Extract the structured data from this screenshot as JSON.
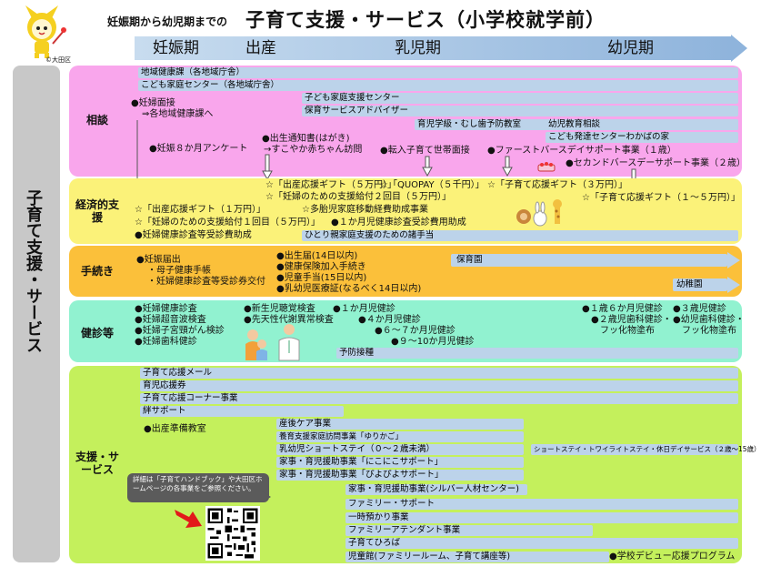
{
  "header": {
    "subtitle": "妊娠期から幼児期までの",
    "title": "子育て支援・サービス（小学校就学前）",
    "credit": "©大田区",
    "phases": [
      "妊娠期",
      "出産",
      "乳児期",
      "幼児期"
    ]
  },
  "side_title": "子育て支援・サービス",
  "sections": {
    "soudan": {
      "label": "相談",
      "bars": [
        "地域健康課（各地域庁舎）",
        "こども家庭センター（各地域庁舎）",
        "子ども家庭支援センター",
        "保育サービスアドバイザー",
        "育児学級・むし歯予防教室",
        "幼児教育相談",
        "こども発達センターわかばの家"
      ],
      "items": [
        "●妊婦面接",
        "⇒各地域健康課へ",
        "●妊娠８か月アンケート",
        "●出生通知書(はがき)",
        "→すこやか赤ちゃん訪問",
        "●転入子育て世帯面接",
        "●ファーストバースデイサポート事業（１歳）",
        "●セカンドバースデーサポート事業（２歳）"
      ]
    },
    "keizai": {
      "label": "経済的支援",
      "items": [
        "☆「出産応援ギフト（５万円）」",
        "☆「QUOPAY（５千円）」",
        "☆「子育て応援ギフト（３万円）」",
        "☆「妊婦のための支援給付２回目（５万円）」",
        "☆「子育て応援ギフト（１～５万円）」",
        "☆「出産応援ギフト（１万円）」",
        "☆多胎児家庭移動経費助成事業",
        "☆「妊婦のための支援給付１回目（５万円）」",
        "●１か月児健康診査受診費用助成",
        "●妊婦健康診査等受診費助成"
      ],
      "bars": [
        "ひとり親家庭支援のための諸手当"
      ]
    },
    "tetsuzuki": {
      "label": "手続き",
      "items": [
        "●妊娠届出",
        "・母子健康手帳",
        "・妊婦健康診査等受診券交付",
        "●出生届(14日以内)",
        "●健康保険加入手続き",
        "●児童手当(15日以内)",
        "●乳幼児医療証(なるべく14日以内)"
      ],
      "arrows": [
        "保育園",
        "幼稚園"
      ]
    },
    "kenshin": {
      "label": "健診等",
      "items": [
        "●妊婦健康診査",
        "●妊婦超音波検査",
        "●妊婦子宮頸がん検診",
        "●妊婦歯科健診",
        "●新生児聴覚検査",
        "●先天性代謝異常検査",
        "●１か月児健診",
        "●４か月児健診",
        "●６～７か月児健診",
        "●９～10か月児健診",
        "●１歳６か月児健診",
        "●２歳児歯科健診・",
        "フッ化物塗布",
        "●３歳児健診",
        "●幼児歯科健診・",
        "フッ化物塗布"
      ],
      "bars": [
        "予防接種"
      ]
    },
    "shien": {
      "label": "支援・サービス",
      "bars": [
        "子育て応援メール",
        "育児応援券",
        "子育て応援コーナー事業",
        "絆サポート",
        "産後ケア事業",
        "養育支援家庭訪問事業「ゆりかご」",
        "乳幼児ショートステイ（０～２歳未満）",
        "ショートステイ・トワイライトステイ・休日デイサービス（２歳～15歳）",
        "家事・育児援助事業「にこにこサポート」",
        "家事・育児援助事業「ぴよぴよサポート」",
        "家事・育児援助事業(シルバー人材センター)",
        "ファミリー・サポート",
        "一時預かり事業",
        "ファミリーアテンダント事業",
        "子育てひろば",
        "児童館(ファミリールーム、子育て講座等)"
      ],
      "items": [
        "●出産準備教室",
        "●学校デビュー応援プログラム"
      ],
      "note": "詳細は「子育てハンドブック」や大田区ホームページの各事業をご参照ください。"
    }
  },
  "colors": {
    "soudan": "#f9a6ec",
    "keizai": "#fbf279",
    "tetsuzuki": "#fbc03a",
    "kenshin": "#91f2d0",
    "shien": "#c4f05c",
    "bar": "#bcd3ea",
    "timeline": "#a7c4e2",
    "side": "#c8c8c8"
  },
  "icons": [
    "mascot-icon",
    "qr-code-icon",
    "red-arrow-icon",
    "family-illustration-icon",
    "doctor-illustration-icon",
    "animals-illustration-icon",
    "cake-icon"
  ]
}
